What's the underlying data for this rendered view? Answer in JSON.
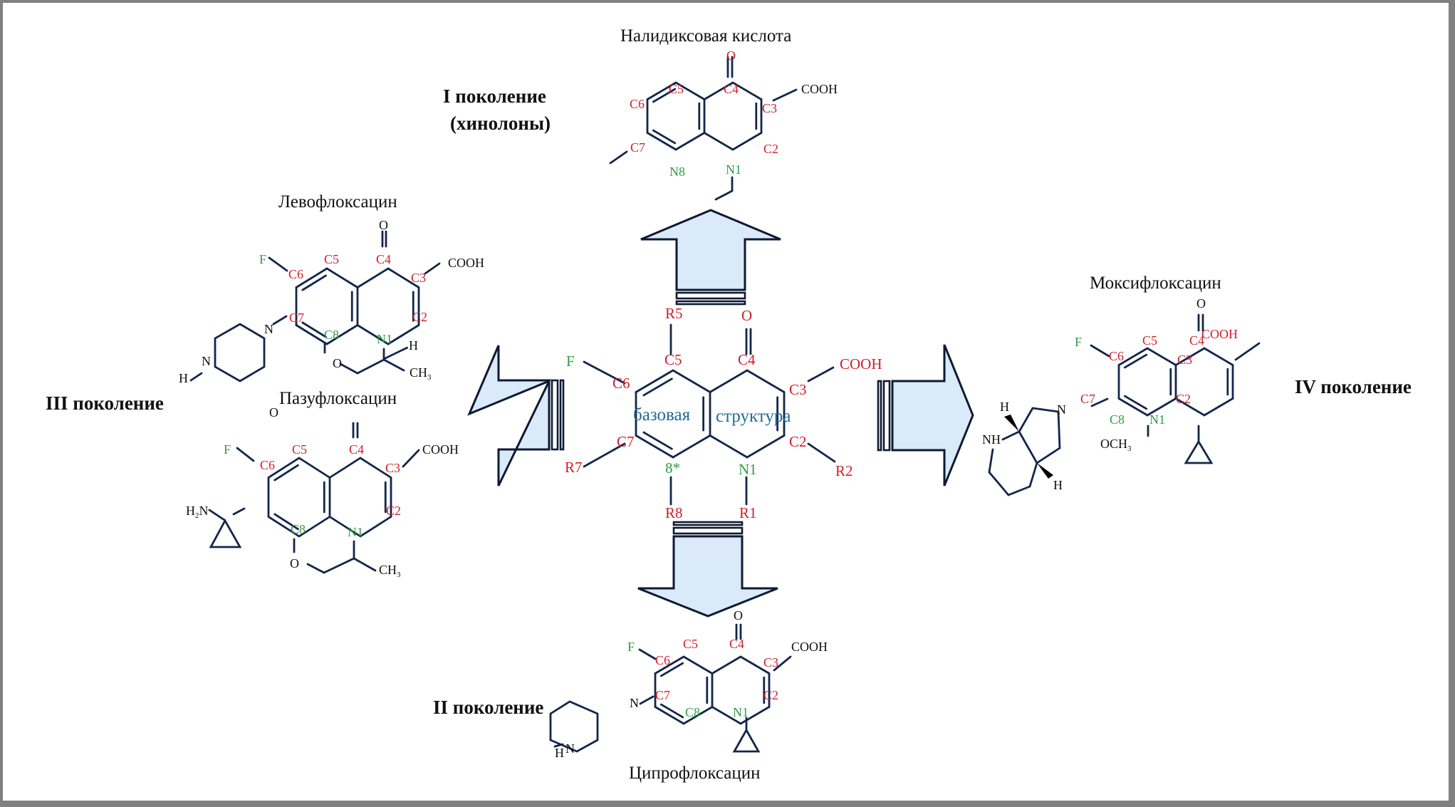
{
  "title": "Эволюция структуры хинолонов/фторхинолонов",
  "colors": {
    "text": "#111111",
    "position_label": "#d0202a",
    "heteroatom_label": "#2e9c45",
    "core_caption": "#1f6d99",
    "bond": "#13264a",
    "arrow_fill": "#dbeaf8",
    "arrow_stroke": "#0d1a33",
    "frame": "#808080"
  },
  "generations": {
    "first": {
      "line1": "I поколение",
      "line2": "(хинолоны)"
    },
    "second": "II поколение",
    "third": "III поколение",
    "fourth": "IV поколение"
  },
  "core": {
    "caption_left": "базовая",
    "caption_right": "структура",
    "labels": {
      "C2": "C2",
      "C3": "C3",
      "C4": "C4",
      "C5": "C5",
      "C6": "C6",
      "C7": "C7",
      "pos8": "8*",
      "N1": "N1",
      "F": "F",
      "O": "O",
      "COOH": "COOH",
      "R1": "R1",
      "R2": "R2",
      "R5": "R5",
      "R7": "R7",
      "R8": "R8"
    }
  },
  "compounds": {
    "nalidixic": {
      "name": "Налидиксовая кислота",
      "labels": {
        "O": "O",
        "C4": "C4",
        "C5": "C5",
        "C6": "C6",
        "C7": "C7",
        "C3": "C3",
        "C2": "C2",
        "N1": "N1",
        "N8": "N8",
        "COOH": "COOH"
      }
    },
    "levofloxacin": {
      "name": "Левофлоксацин",
      "labels": {
        "O": "O",
        "C4": "C4",
        "C5": "C5",
        "C6": "C6",
        "C7": "C7",
        "C8": "C8",
        "C3": "C3",
        "C2": "C2",
        "N1": "N1",
        "F": "F",
        "COOH": "COOH",
        "N": "N",
        "H": "H",
        "NH_N": "N",
        "NH_H": "H",
        "ether_O": "O",
        "H_stereo": "H",
        "CH3": "CH",
        "CH3_sub": "3"
      }
    },
    "pazufloxacin": {
      "name": "Пазуфлоксацин",
      "labels": {
        "O": "O",
        "C4": "C4",
        "C5": "C5",
        "C6": "C6",
        "C8": "C8",
        "C3": "C3",
        "C2": "C2",
        "N1": "N1",
        "F": "F",
        "COOH": "COOH",
        "H2N_H": "H",
        "H2N_sub": "2",
        "H2N_N": "N",
        "ether_O": "O",
        "CH3": "CH",
        "CH3_sub": "3"
      }
    },
    "ciprofloxacin": {
      "name": "Ципрофлоксацин",
      "labels": {
        "O": "O",
        "C4": "C4",
        "C5": "C5",
        "C6": "C6",
        "C7": "C7",
        "C8": "C8",
        "C3": "C3",
        "C2": "C2",
        "N1": "N1",
        "F": "F",
        "COOH": "COOH",
        "N": "N",
        "NH_N": "N",
        "NH_H": "H"
      }
    },
    "moxifloxacin": {
      "name": "Моксифлоксацин",
      "labels": {
        "O": "O",
        "C4": "C4",
        "C5": "C5",
        "C6": "C6",
        "C7": "C7",
        "C8": "C8",
        "C3": "C3",
        "C2": "C2",
        "N1": "N1",
        "F": "F",
        "COOH": "COOH",
        "N": "N",
        "NH": "NH",
        "H_top": "H",
        "H_bottom": "H",
        "OCH3": "OCH",
        "OCH3_sub": "3"
      }
    }
  }
}
